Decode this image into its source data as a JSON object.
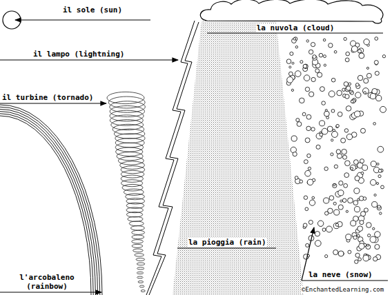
{
  "diagram": {
    "labels": [
      "il sole (sun)",
      "la nuvola (cloud)",
      "il lampo (lightning)",
      "il turbine (tornado)",
      "la pioggia (rain)",
      "l'arcobaleno (rainbow)",
      "la neve (snow)",
      "©EnchantedLearning.com"
    ]
  }
}
